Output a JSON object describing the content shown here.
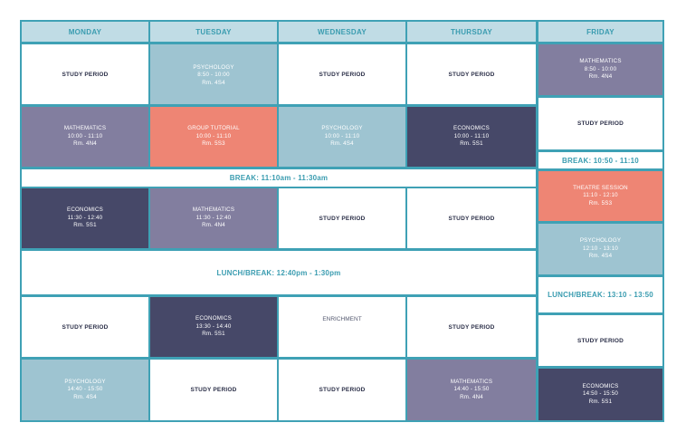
{
  "days": [
    "MONDAY",
    "TUESDAY",
    "WEDNESDAY",
    "THURSDAY",
    "FRIDAY"
  ],
  "study_label": "STUDY PERIOD",
  "breaks": {
    "morning": "BREAK: 11:10am - 11:30am",
    "lunch": "LUNCH/BREAK: 12:40pm - 1:30pm",
    "friday_break": "BREAK: 10:50 - 11:10",
    "friday_lunch": "LUNCH/BREAK: 13:10 - 13:50"
  },
  "enrichment": "ENRICHMENT",
  "classes": {
    "tue_psych": {
      "subject": "PSYCHOLOGY",
      "time": "8:50 - 10:00",
      "room": "Rm. 4S4"
    },
    "fri_math": {
      "subject": "MATHEMATICS",
      "time": "8:50 - 10:00",
      "room": "Rm. 4N4"
    },
    "mon_math": {
      "subject": "MATHEMATICS",
      "time": "10:00 - 11:10",
      "room": "Rm. 4N4"
    },
    "tue_tutorial": {
      "subject": "GROUP TUTORIAL",
      "time": "10:00 - 11:10",
      "room": "Rm. 5S3"
    },
    "wed_psych": {
      "subject": "PSYCHOLOGY",
      "time": "10:00 - 11:10",
      "room": "Rm. 4S4"
    },
    "thu_econ": {
      "subject": "ECONOMICS",
      "time": "10:00 - 11:10",
      "room": "Rm. 5S1"
    },
    "mon_econ": {
      "subject": "ECONOMICS",
      "time": "11:30 - 12:40",
      "room": "Rm. 5S1"
    },
    "tue_math": {
      "subject": "MATHEMATICS",
      "time": "11:30 - 12:40",
      "room": "Rm. 4N4"
    },
    "fri_theatre": {
      "subject": "THEATRE SESSION",
      "time": "11:10 - 12:10",
      "room": "Rm. 5S3"
    },
    "fri_psych": {
      "subject": "PSYCHOLOGY",
      "time": "12:10 - 13:10",
      "room": "Rm. 4S4"
    },
    "tue_econ": {
      "subject": "ECONOMICS",
      "time": "13:30 - 14:40",
      "room": "Rm. 5S1"
    },
    "mon_psych": {
      "subject": "PSYCHOLOGY",
      "time": "14:40 - 15:50",
      "room": "Rm. 4S4"
    },
    "thu_math": {
      "subject": "MATHEMATICS",
      "time": "14:40 - 15:50",
      "room": "Rm. 4N4"
    },
    "fri_econ": {
      "subject": "ECONOMICS",
      "time": "14:50 - 15:50",
      "room": "Rm. 5S1"
    }
  }
}
